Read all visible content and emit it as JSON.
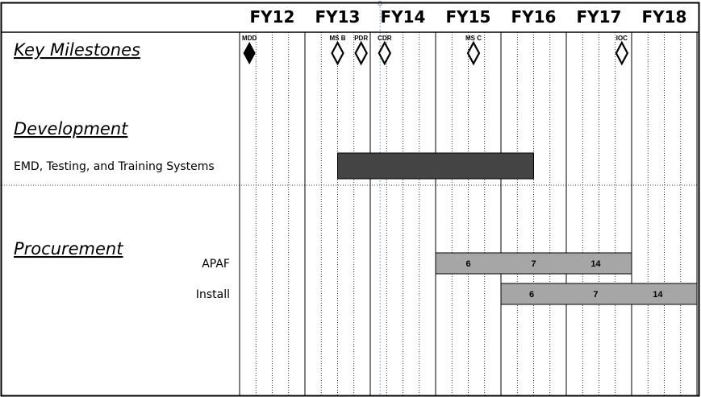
{
  "chart_data": {
    "type": "gantt",
    "fiscal_years": [
      "FY12",
      "FY13",
      "FY14",
      "FY15",
      "FY16",
      "FY17",
      "FY18"
    ],
    "sections": {
      "milestones": "Key Milestones",
      "development": "Development",
      "procurement": "Procurement"
    },
    "milestones": [
      {
        "label": "MDD",
        "time": 0.15,
        "filled": true
      },
      {
        "label": "MS B",
        "time": 1.5,
        "filled": false
      },
      {
        "label": "PDR",
        "time": 1.86,
        "filled": false
      },
      {
        "label": "CDR",
        "time": 2.22,
        "filled": false
      },
      {
        "label": "MS C",
        "time": 3.58,
        "filled": false
      },
      {
        "label": "IOC",
        "time": 5.85,
        "filled": false
      }
    ],
    "development_tasks": [
      {
        "label": "EMD, Testing, and Training Systems",
        "start": 1.5,
        "end": 4.5,
        "color": "#444444"
      }
    ],
    "procurement_tasks": [
      {
        "label": "APAF",
        "start": 3.0,
        "end": 6.0,
        "color": "#a6a6a6",
        "quantities": [
          {
            "value": "6",
            "at": 3.5
          },
          {
            "value": "7",
            "at": 4.5
          },
          {
            "value": "14",
            "at": 5.45
          }
        ]
      },
      {
        "label": "Install",
        "start": 4.0,
        "end": 7.0,
        "color": "#a6a6a6",
        "quantities": [
          {
            "value": "6",
            "at": 4.47
          },
          {
            "value": "7",
            "at": 5.45
          },
          {
            "value": "14",
            "at": 6.4
          }
        ]
      }
    ],
    "today_marker": 2.15
  }
}
